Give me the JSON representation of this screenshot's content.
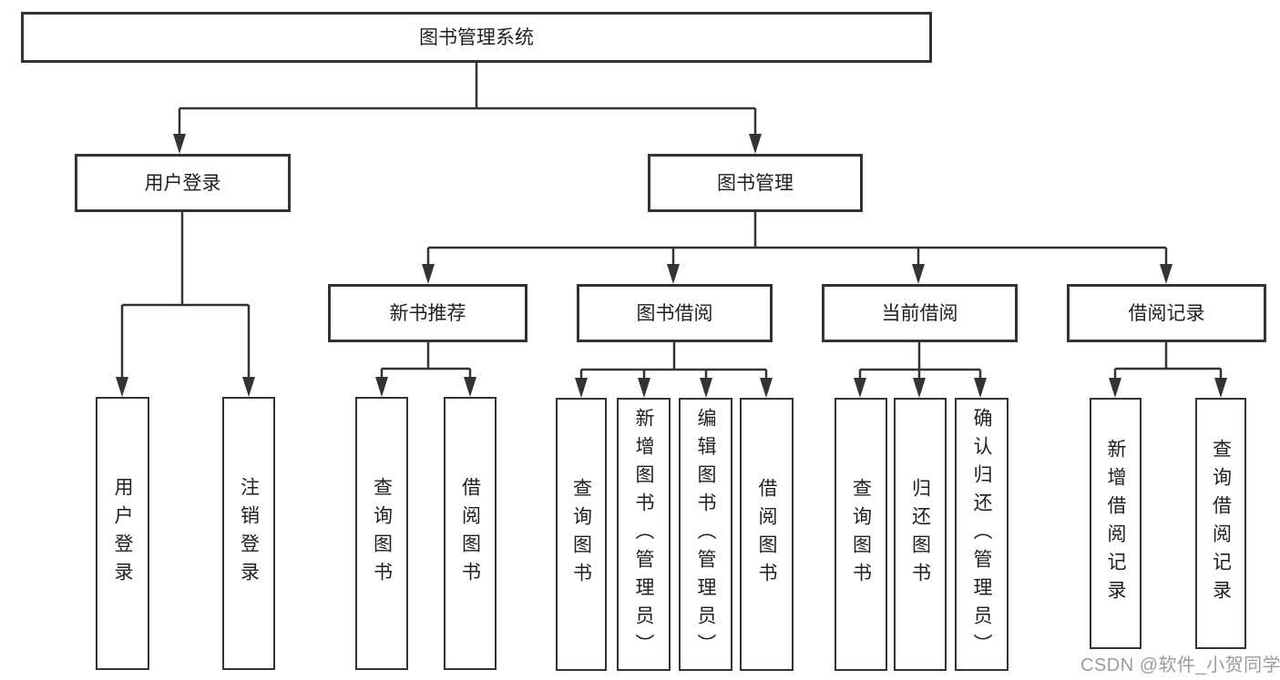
{
  "diagram": {
    "root": {
      "label": "图书管理系统",
      "children": [
        {
          "label": "用户登录",
          "children": [
            {
              "label": "用户登录"
            },
            {
              "label": "注销登录"
            }
          ]
        },
        {
          "label": "图书管理",
          "children": [
            {
              "label": "新书推荐",
              "children": [
                {
                  "label": "查询图书"
                },
                {
                  "label": "借阅图书"
                }
              ]
            },
            {
              "label": "图书借阅",
              "children": [
                {
                  "label": "查询图书"
                },
                {
                  "label": "新增图书（管理员）"
                },
                {
                  "label": "编辑图书（管理员）"
                },
                {
                  "label": "借阅图书"
                }
              ]
            },
            {
              "label": "当前借阅",
              "children": [
                {
                  "label": "查询图书"
                },
                {
                  "label": "归还图书"
                },
                {
                  "label": "确认归还（管理员）"
                }
              ]
            },
            {
              "label": "借阅记录",
              "children": [
                {
                  "label": "新增借阅记录"
                },
                {
                  "label": "查询借阅记录"
                }
              ]
            }
          ]
        }
      ]
    }
  },
  "watermark": {
    "text": "CSDN @软件_小贺同学",
    "color": "#9b9b9b"
  },
  "colors": {
    "line": "#333333",
    "box_border": "#333333",
    "background": "#ffffff",
    "text": "#1f1f1f"
  }
}
